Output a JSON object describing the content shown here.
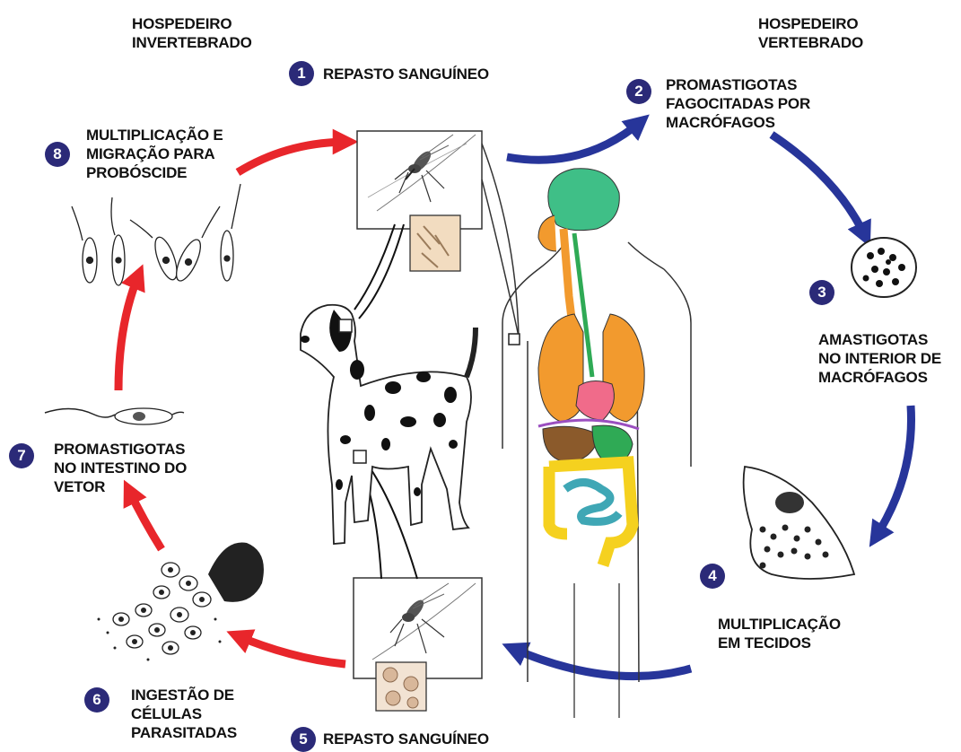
{
  "hosts": {
    "invertebrate": "HOSPEDEIRO\nINVERTEBRADO",
    "vertebrate": "HOSPEDEIRO\nVERTEBRADO"
  },
  "steps": [
    {
      "n": "1",
      "label": "REPASTO SANGUÍNEO"
    },
    {
      "n": "2",
      "label": "PROMASTIGOTAS\nFAGOCITADAS POR\nMACRÓFAGOS"
    },
    {
      "n": "3",
      "label": "AMASTIGOTAS\nNO INTERIOR DE\nMACRÓFAGOS"
    },
    {
      "n": "4",
      "label": "MULTIPLICAÇÃO\nEM TECIDOS"
    },
    {
      "n": "5",
      "label": "REPASTO SANGUÍNEO"
    },
    {
      "n": "6",
      "label": "INGESTÃO DE\nCÉLULAS\nPARASITADAS"
    },
    {
      "n": "7",
      "label": "PROMASTIGOTAS\nNO INTESTINO DO\nVETOR"
    },
    {
      "n": "8",
      "label": "MULTIPLICAÇÃO E\nMIGRAÇÃO PARA\nPROBÓSCIDE"
    }
  ],
  "colors": {
    "vector_cycle_arrow": "#e8262b",
    "host_cycle_arrow": "#27359a",
    "step_badge": "#2b2a78",
    "brain": "#3fbf87",
    "lungs": "#f29a2e",
    "heart": "#f06b8a",
    "liver": "#8b5a2b",
    "stomach": "#2faa55",
    "large_intestine": "#f5d11f",
    "small_intestine": "#3fa7b5",
    "diaphragm": "#9b4fc0"
  }
}
